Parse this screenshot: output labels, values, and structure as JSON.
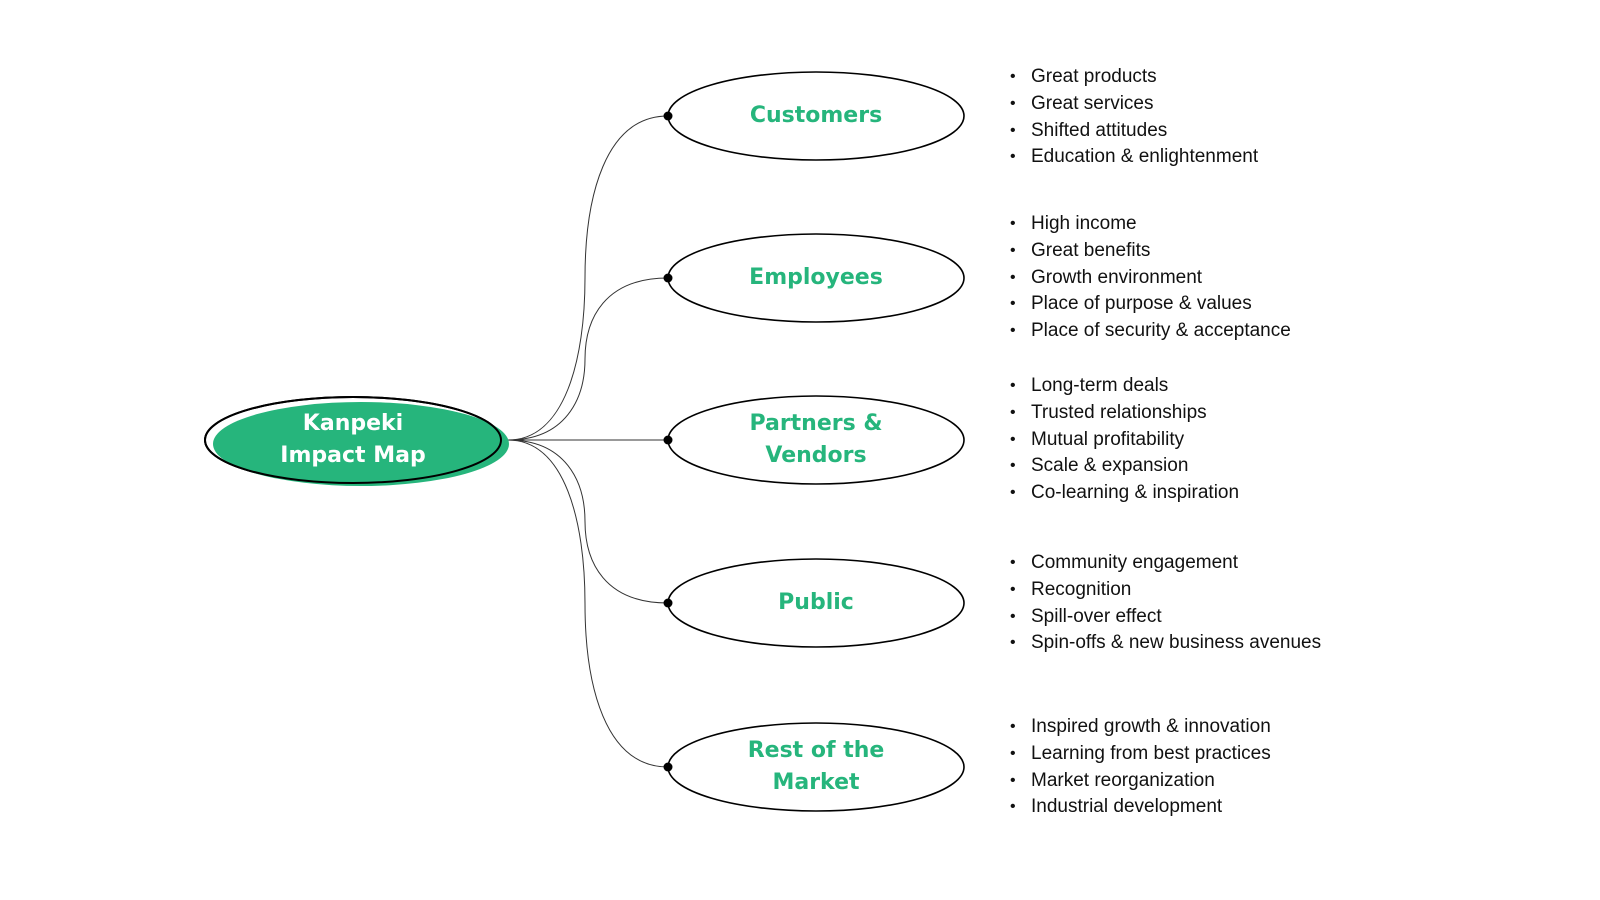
{
  "diagram": {
    "title": "Kanpeki Impact Map",
    "center": {
      "label_line1": "Kanpeki",
      "label_line2": "Impact Map"
    },
    "accent_color": "#26b57c",
    "stakeholders": [
      {
        "id": "customers",
        "label_line1": "Customers",
        "label_line2": "",
        "impacts": [
          "Great products",
          "Great services",
          "Shifted attitudes",
          "Education & enlightenment"
        ]
      },
      {
        "id": "employees",
        "label_line1": "Employees",
        "label_line2": "",
        "impacts": [
          "High income",
          "Great benefits",
          "Growth environment",
          "Place of purpose & values",
          "Place of security & acceptance"
        ]
      },
      {
        "id": "partners-vendors",
        "label_line1": "Partners &",
        "label_line2": "Vendors",
        "impacts": [
          "Long-term deals",
          "Trusted relationships",
          "Mutual profitability",
          "Scale & expansion",
          "Co-learning & inspiration"
        ]
      },
      {
        "id": "public",
        "label_line1": "Public",
        "label_line2": "",
        "impacts": [
          "Community engagement",
          "Recognition",
          "Spill-over effect",
          "Spin-offs & new business avenues"
        ]
      },
      {
        "id": "rest-of-market",
        "label_line1": "Rest of the",
        "label_line2": "Market",
        "impacts": [
          "Inspired growth & innovation",
          "Learning from best practices",
          "Market reorganization",
          "Industrial development"
        ]
      }
    ]
  }
}
